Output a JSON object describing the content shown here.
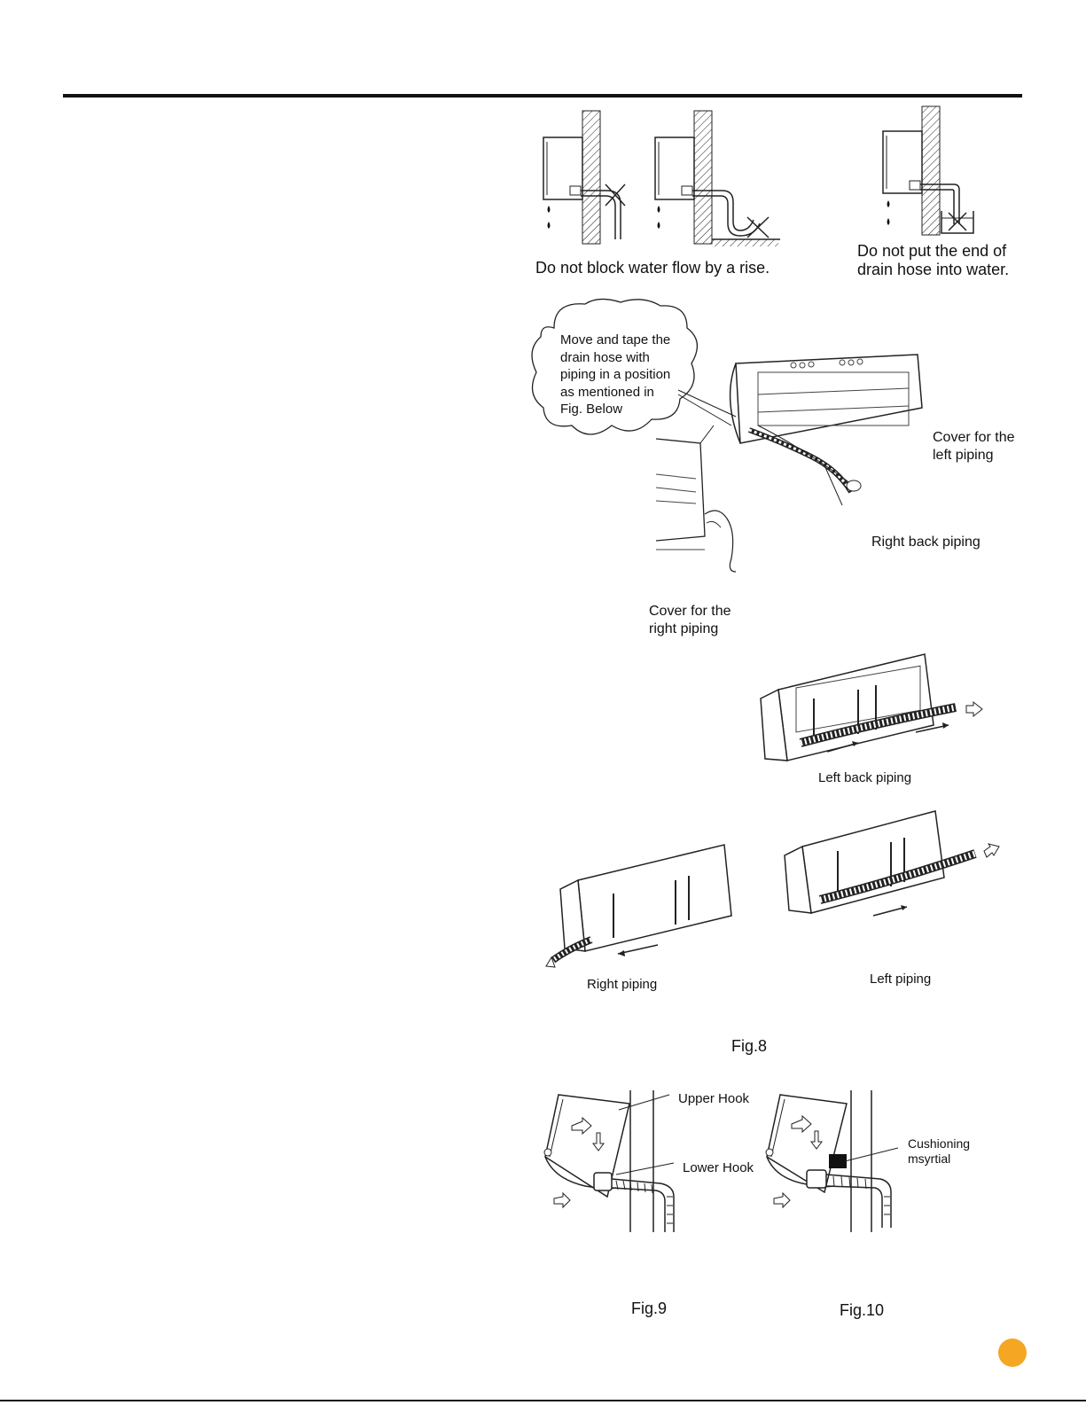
{
  "captions": {
    "no_rise": "Do not block water flow by a rise.",
    "no_water_line1": "Do not put the end of",
    "no_water_line2": "drain hose into water.",
    "bubble": [
      "Move and tape the",
      "drain hose with",
      "piping in a position",
      "as mentioned in",
      "Fig. Below"
    ],
    "cover_left": [
      "Cover for the",
      "left piping"
    ],
    "right_back": "Right back piping",
    "cover_right": [
      "Cover for the",
      "right piping"
    ],
    "left_back": "Left back piping",
    "right_piping": "Right piping",
    "left_piping": "Left piping",
    "fig8": "Fig.8",
    "upper_hook": "Upper Hook",
    "lower_hook": "Lower Hook",
    "cushioning": [
      "Cushioning",
      "msyrtial"
    ],
    "fig9": "Fig.9",
    "fig10": "Fig.10"
  },
  "colors": {
    "accent": "#f5a623",
    "rule": "#111111"
  }
}
